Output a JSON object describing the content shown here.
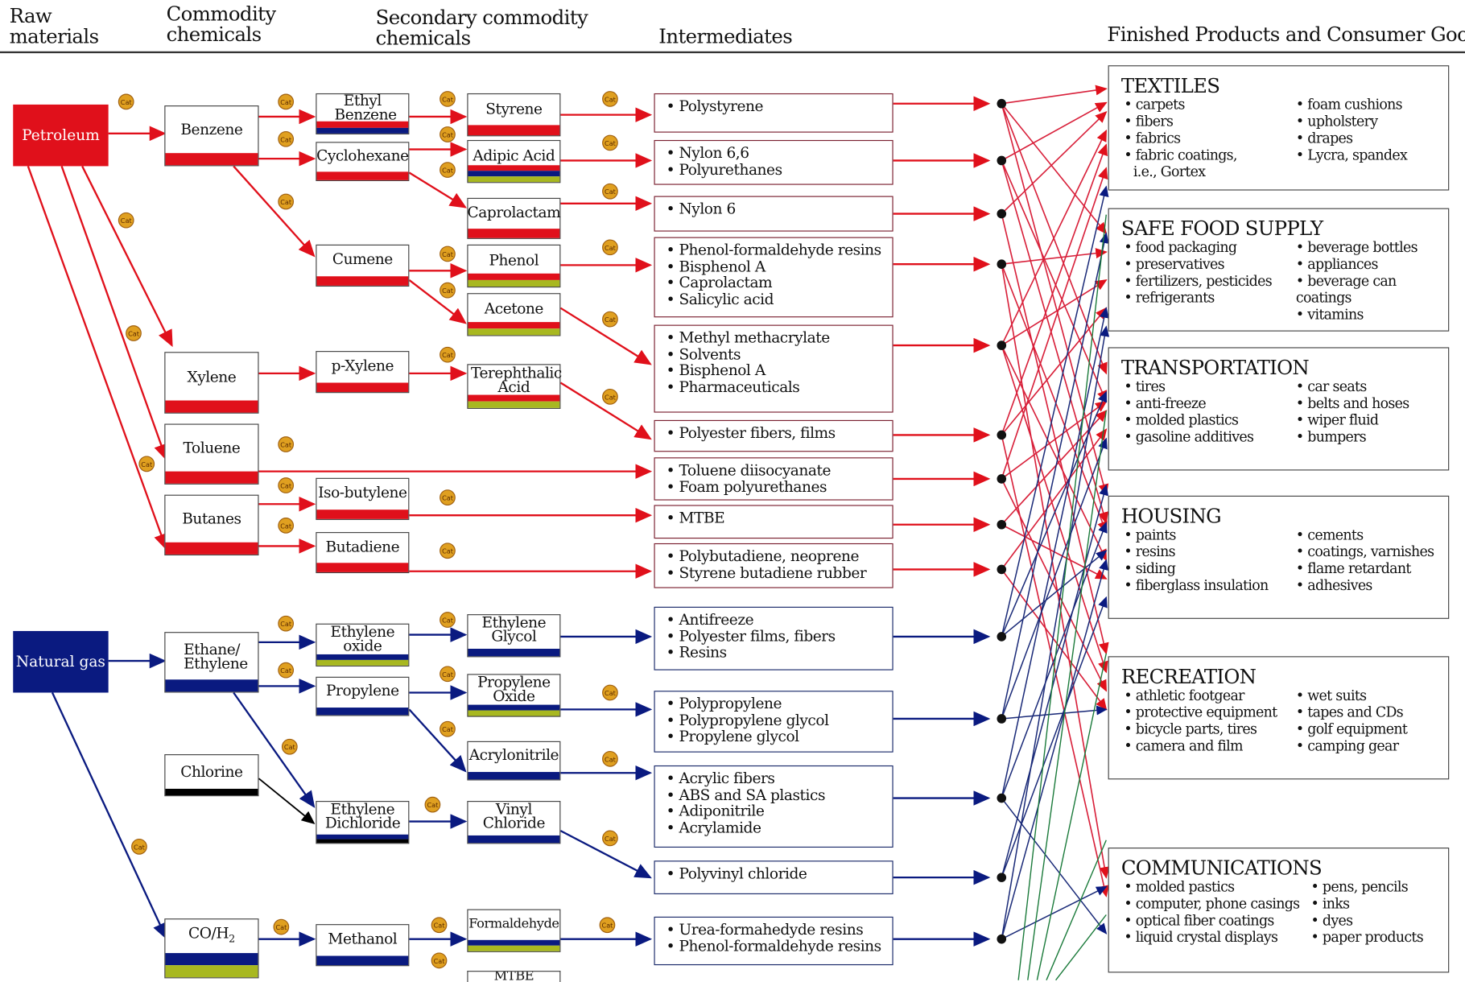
{
  "headers": {
    "raw": "Raw materials",
    "commodity": "Commodity chemicals",
    "secondary": "Secondary commodity chemicals",
    "intermediates": "Intermediates",
    "finished": "Finished Products and Consumer Goods"
  },
  "catalyst_label": "Cat",
  "raw_materials": {
    "petroleum": "Petroleum",
    "natural_gas": "Natural gas"
  },
  "commodity": {
    "benzene": "Benzene",
    "xylene": "Xylene",
    "toluene": "Toluene",
    "butanes": "Butanes",
    "ethane": "Ethane/ Ethylene",
    "chlorine": "Chlorine",
    "co_h2": "CO/H",
    "co_h2_sub": "2"
  },
  "secondary": {
    "ethylbenzene": "Ethyl Benzene",
    "cyclohexane": "Cyclohexane",
    "cumene": "Cumene",
    "pxylene": "p-Xylene",
    "isobutylene": "Iso-butylene",
    "butadiene": "Butadiene",
    "ethylene_oxide": "Ethylene oxide",
    "propylene": "Propylene",
    "ethylene_dichloride": "Ethylene Dichloride",
    "methanol": "Methanol"
  },
  "tertiary": {
    "styrene": "Styrene",
    "adipic": "Adipic Acid",
    "caprolactam": "Caprolactam",
    "phenol": "Phenol",
    "acetone": "Acetone",
    "terephthalic": "Terephthalic Acid",
    "ethylene_glycol": "Ethylene Glycol",
    "propylene_oxide": "Propylene Oxide",
    "acrylonitrile": "Acrylonitrile",
    "vinyl_chloride": "Vinyl Chloride",
    "formaldehyde": "Formaldehyde",
    "mtbe": "MTBE"
  },
  "intermediates": [
    [
      "Polystyrene"
    ],
    [
      "Nylon 6,6",
      "Polyurethanes"
    ],
    [
      "Nylon 6"
    ],
    [
      "Phenol-formaldehyde resins",
      "Bisphenol A",
      "Caprolactam",
      "Salicylic acid"
    ],
    [
      "Methyl methacrylate",
      "Solvents",
      "Bisphenol A",
      "Pharmaceuticals"
    ],
    [
      "Polyester fibers, films"
    ],
    [
      "Toluene diisocyanate",
      "Foam polyurethanes"
    ],
    [
      "MTBE"
    ],
    [
      "Polybutadiene, neoprene",
      "Styrene butadiene rubber"
    ],
    [
      "Antifreeze",
      "Polyester films, fibers",
      "Resins"
    ],
    [
      "Polypropylene",
      "Polypropylene glycol",
      "Propylene glycol"
    ],
    [
      "Acrylic fibers",
      "ABS and SA plastics",
      "Adiponitrile",
      "Acrylamide"
    ],
    [
      "Polyvinyl chloride"
    ],
    [
      "Urea-formahedyde resins",
      "Phenol-formaldehyde resins"
    ]
  ],
  "products": [
    {
      "title": "TEXTILES",
      "left": [
        "carpets",
        "fibers",
        "fabrics",
        "fabric coatings,",
        "i.e., Gortex"
      ],
      "right": [
        "foam cushions",
        "upholstery",
        "drapes",
        "Lycra, spandex"
      ]
    },
    {
      "title": "SAFE FOOD SUPPLY",
      "left": [
        "food packaging",
        "preservatives",
        "fertilizers, pesticides",
        "refrigerants"
      ],
      "right": [
        "beverage bottles",
        "appliances",
        "beverage can coatings",
        "vitamins"
      ]
    },
    {
      "title": "TRANSPORTATION",
      "left": [
        "tires",
        "anti-freeze",
        "molded plastics",
        "gasoline additives"
      ],
      "right": [
        "car seats",
        "belts and hoses",
        "wiper fluid",
        "bumpers"
      ]
    },
    {
      "title": "HOUSING",
      "left": [
        "paints",
        "resins",
        "siding",
        "fiberglass insulation"
      ],
      "right": [
        "cements",
        "coatings, varnishes",
        "flame retardant",
        "adhesives"
      ]
    },
    {
      "title": "RECREATION",
      "left": [
        "athletic footgear",
        "protective equipment",
        "bicycle parts, tires",
        "camera and film"
      ],
      "right": [
        "wet suits",
        "tapes and CDs",
        "golf equipment",
        "camping gear"
      ]
    },
    {
      "title": "COMMUNICATIONS",
      "left": [
        "molded pastics",
        "computer, phone casings",
        "optical fiber coatings",
        "liquid crystal displays"
      ],
      "right": [
        "pens, pencils",
        "inks",
        "dyes",
        "paper products"
      ]
    }
  ],
  "colors": {
    "petroleum": "#e0101b",
    "natural_gas": "#0a1a80",
    "yellow_bar": "#a8b820",
    "catalyst": "#e0a020",
    "green_link": "#1a7a3a"
  }
}
